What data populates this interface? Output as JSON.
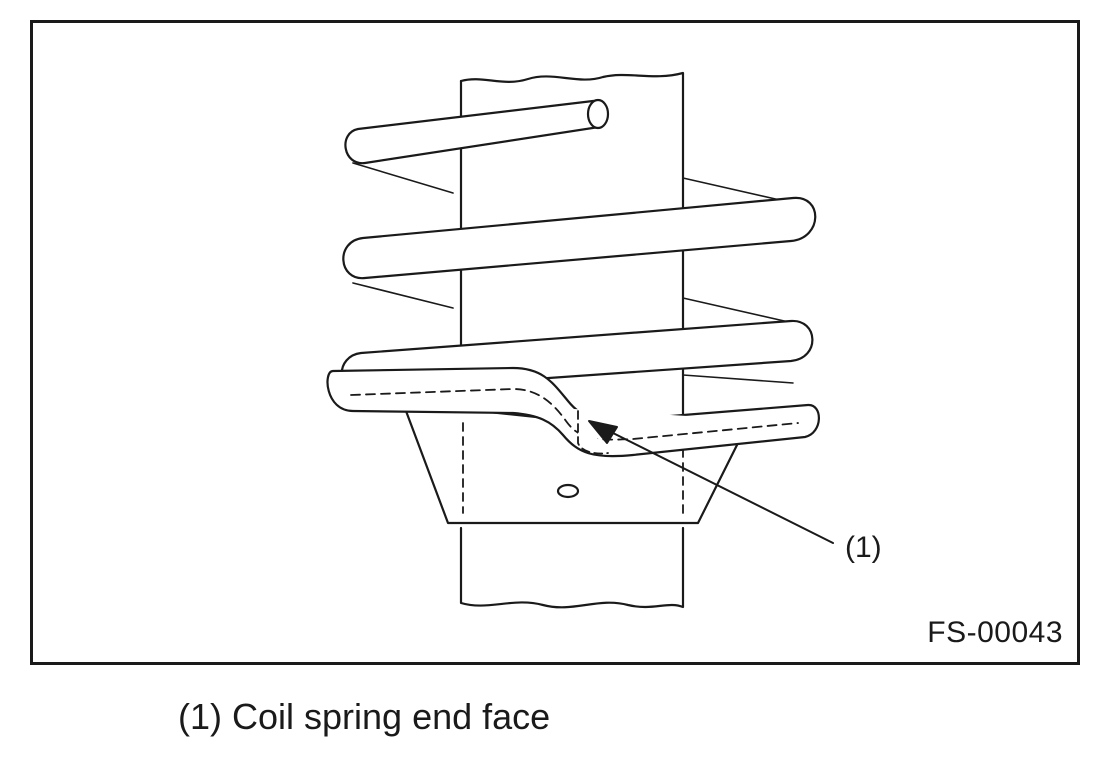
{
  "figure": {
    "code": "FS-00043",
    "callout_label": "(1)"
  },
  "caption": {
    "text": "(1) Coil spring end face"
  },
  "colors": {
    "line": "#1a1a1a",
    "background": "#ffffff"
  }
}
